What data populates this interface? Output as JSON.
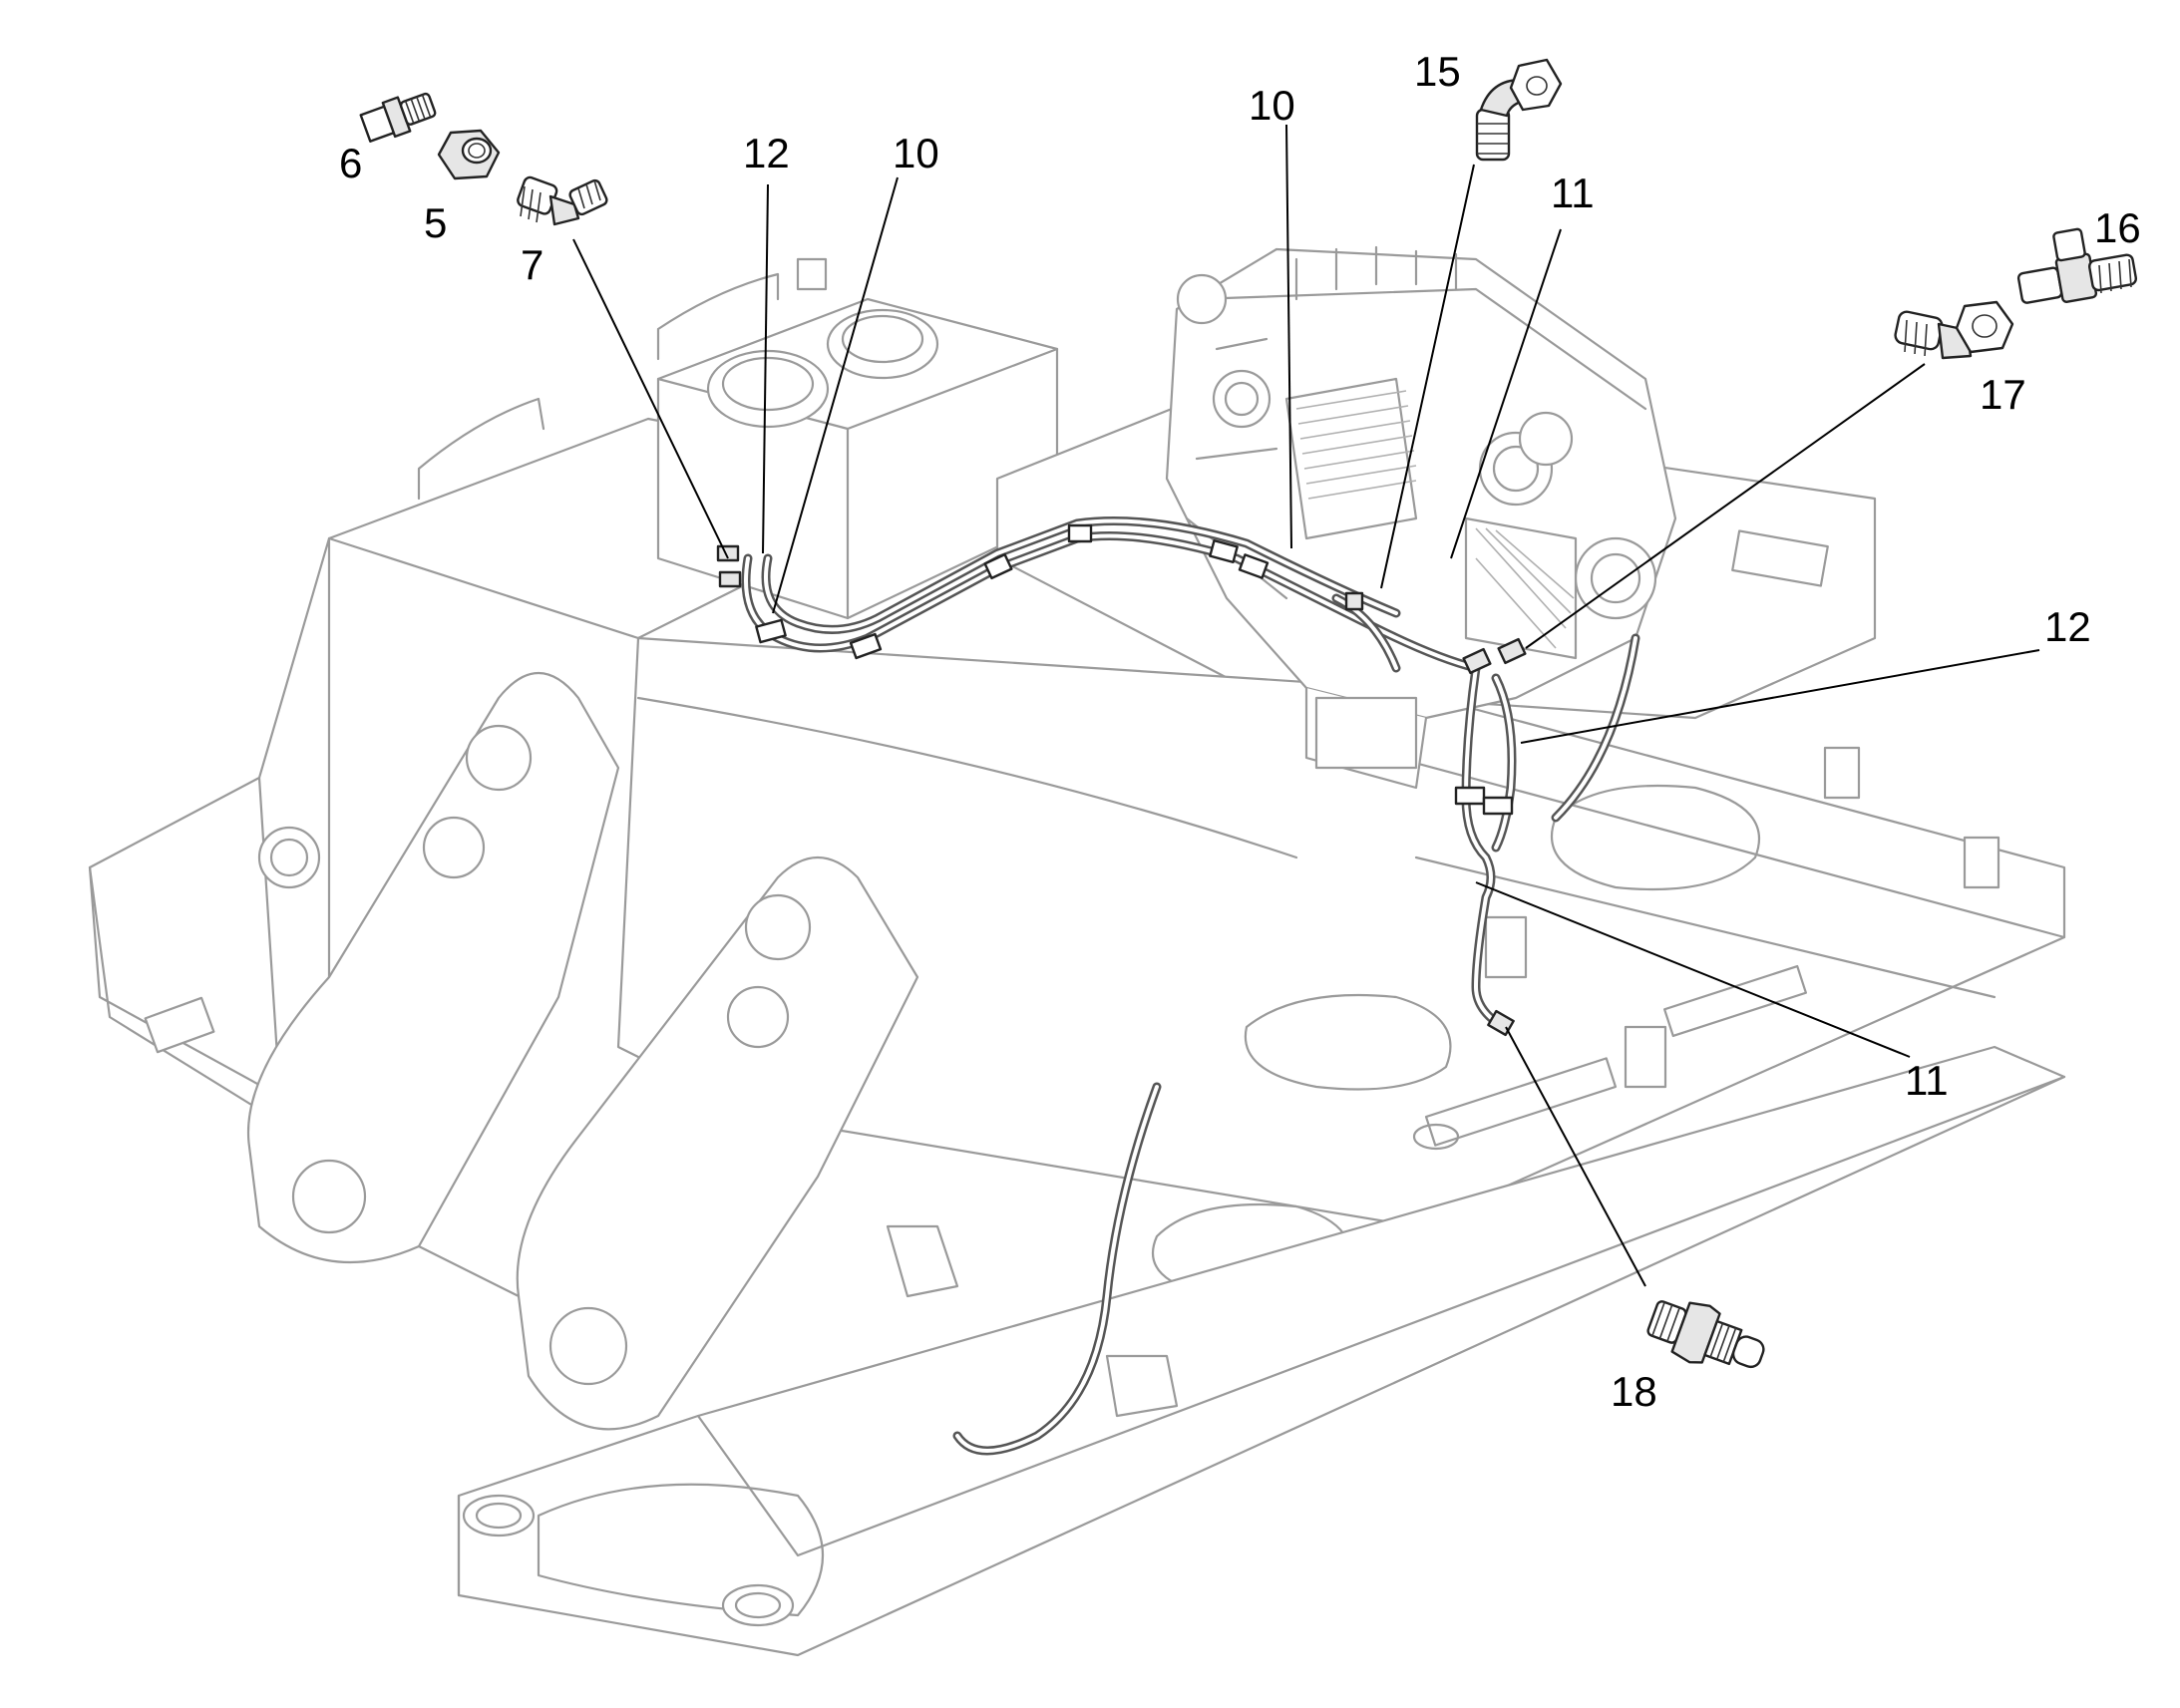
{
  "callouts": [
    {
      "id": "c5",
      "text": "5"
    },
    {
      "id": "c6",
      "text": "6"
    },
    {
      "id": "c7",
      "text": "7"
    },
    {
      "id": "c10a",
      "text": "10"
    },
    {
      "id": "c10b",
      "text": "10"
    },
    {
      "id": "c11a",
      "text": "11"
    },
    {
      "id": "c11b",
      "text": "11"
    },
    {
      "id": "c12a",
      "text": "12"
    },
    {
      "id": "c12b",
      "text": "12"
    },
    {
      "id": "c15",
      "text": "15"
    },
    {
      "id": "c16",
      "text": "16"
    },
    {
      "id": "c17",
      "text": "17"
    },
    {
      "id": "c18",
      "text": "18"
    }
  ]
}
